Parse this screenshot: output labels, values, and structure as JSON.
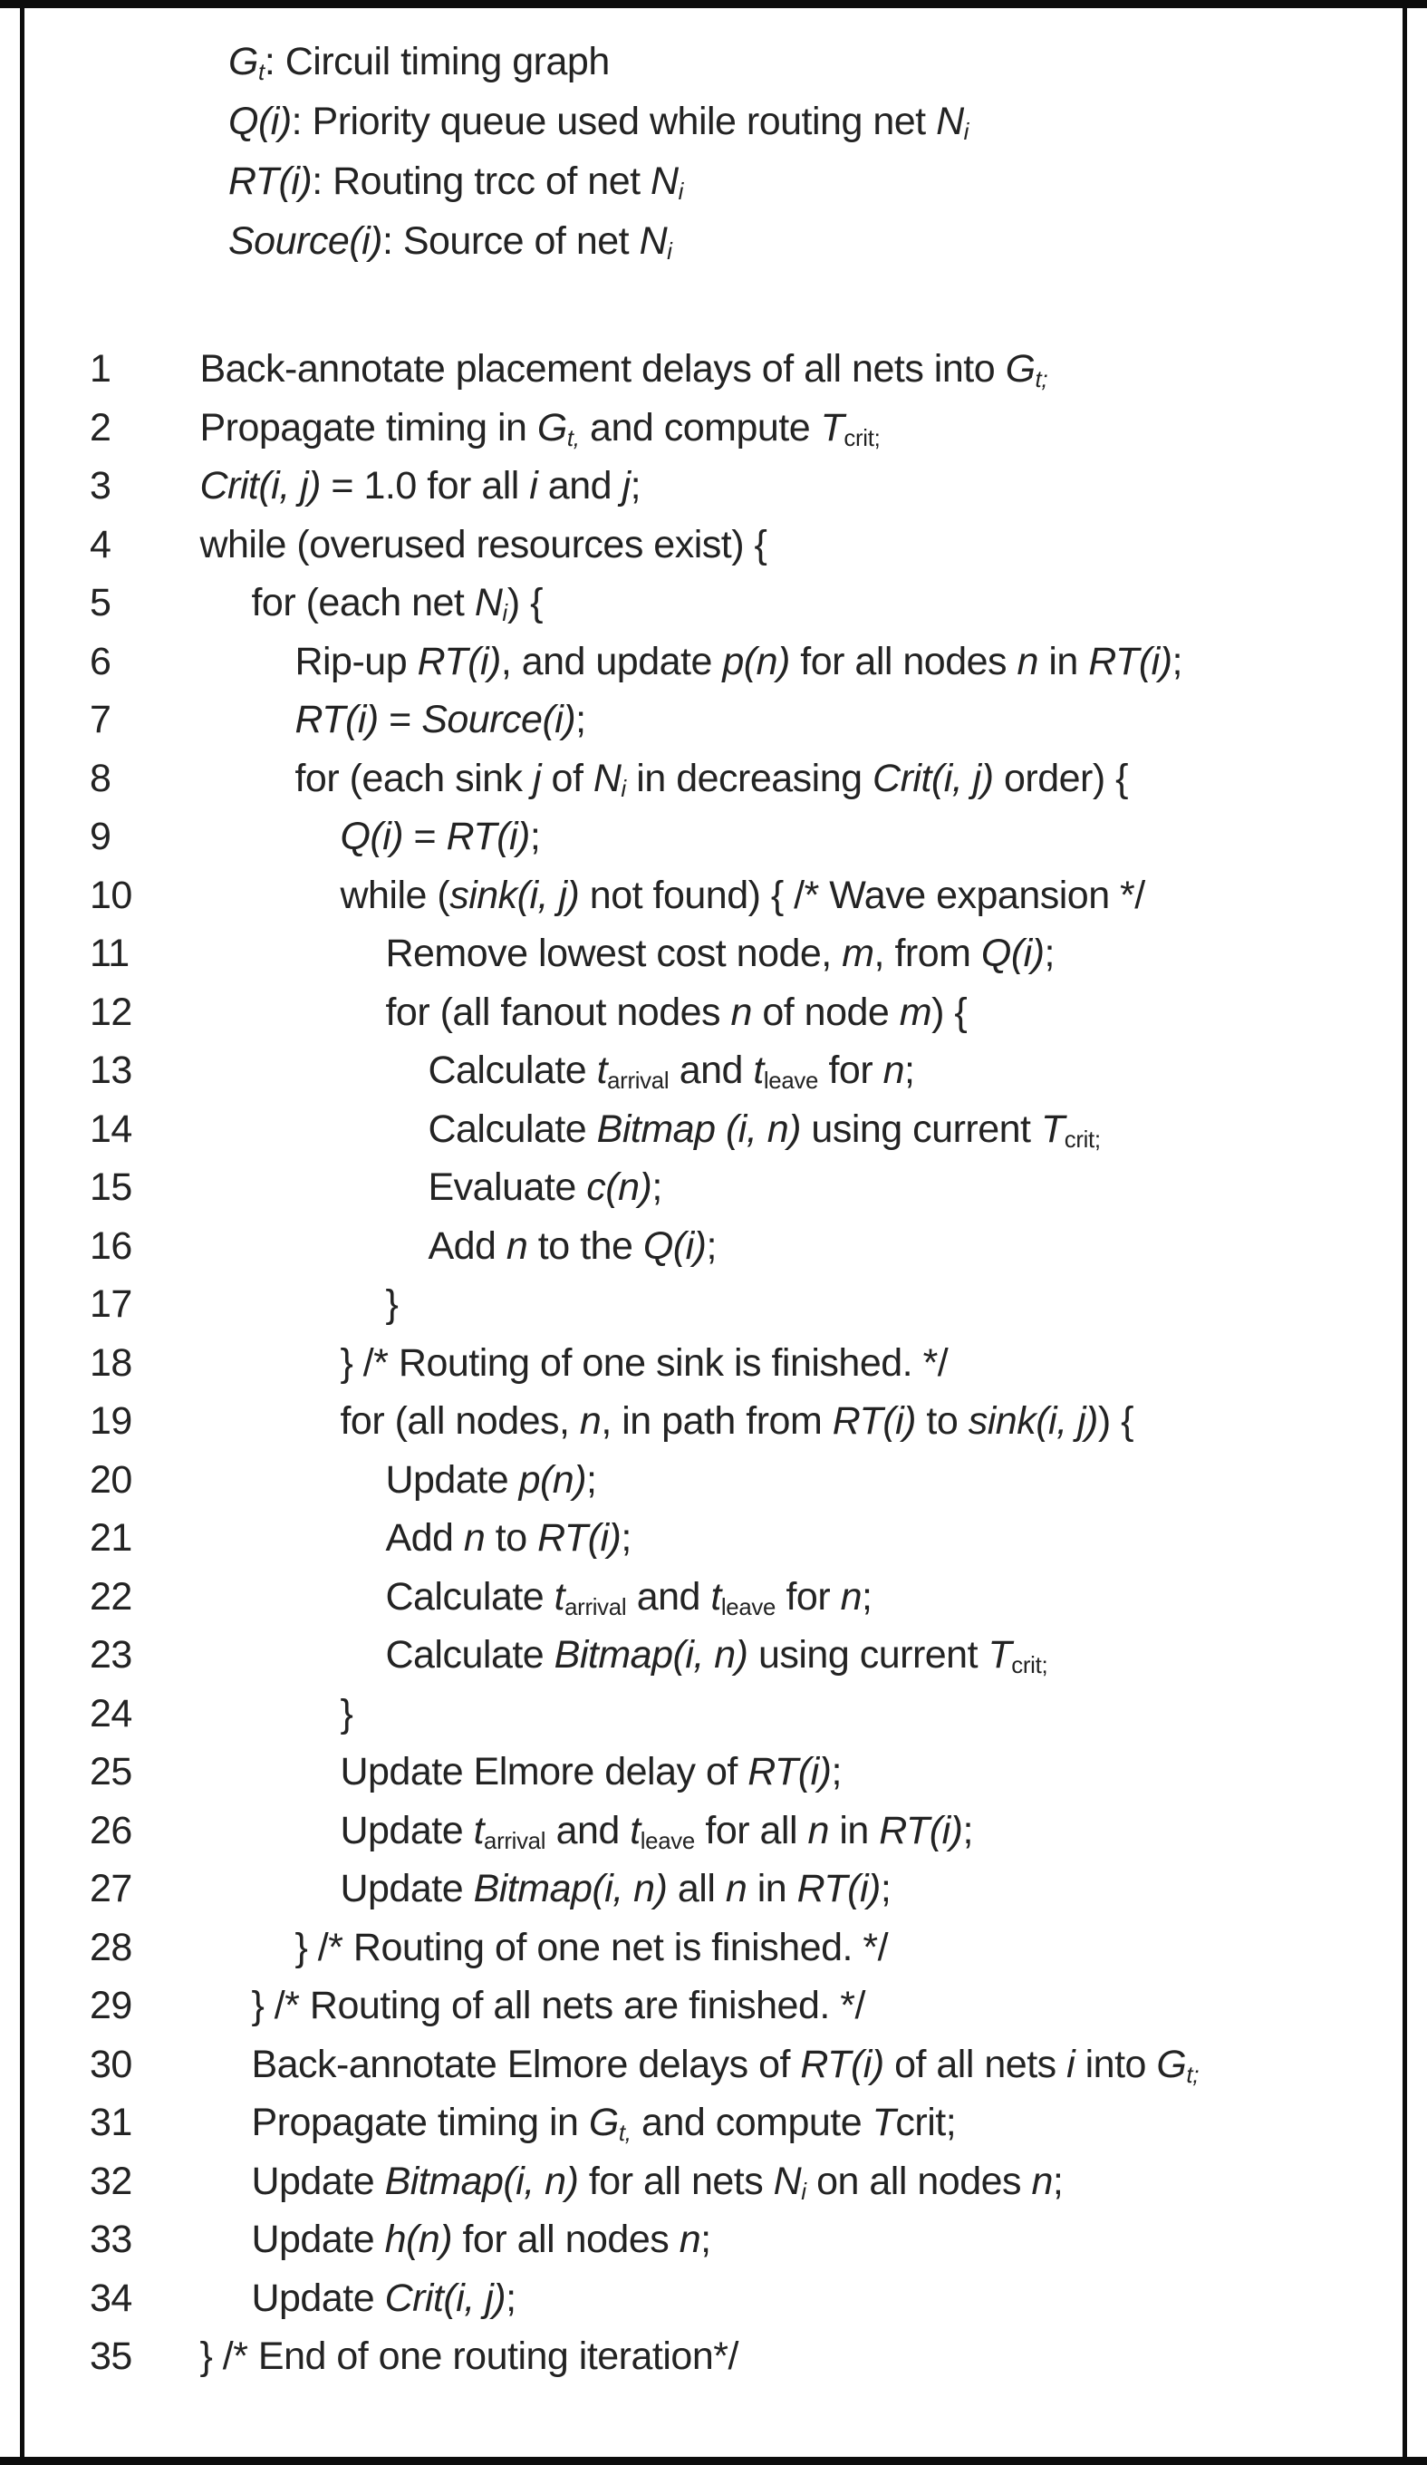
{
  "colors": {
    "ink": "#232323",
    "border": "#0d0d0d",
    "background": "#ffffff"
  },
  "figure": {
    "kind": "pseudocode-listing",
    "definitions": [
      {
        "segments": [
          {
            "s": "i",
            "t": "G"
          },
          {
            "s": "si",
            "t": "t"
          },
          {
            "s": "r",
            "t": ": Circuil timing graph"
          }
        ]
      },
      {
        "segments": [
          {
            "s": "i",
            "t": "Q(i)"
          },
          {
            "s": "r",
            "t": ": Priority queue used while routing net "
          },
          {
            "s": "i",
            "t": "N"
          },
          {
            "s": "si",
            "t": "i"
          }
        ]
      },
      {
        "segments": [
          {
            "s": "i",
            "t": "RT(i)"
          },
          {
            "s": "r",
            "t": ": Routing trcc of net "
          },
          {
            "s": "i",
            "t": "N"
          },
          {
            "s": "si",
            "t": "i"
          }
        ]
      },
      {
        "segments": [
          {
            "s": "i",
            "t": "Source(i)"
          },
          {
            "s": "r",
            "t": ": Source of net "
          },
          {
            "s": "i",
            "t": "N"
          },
          {
            "s": "si",
            "t": "i"
          }
        ]
      }
    ],
    "lines": [
      {
        "num": "1",
        "indent": 0,
        "segments": [
          {
            "s": "r",
            "t": "Back-annotate placement delays of all nets into "
          },
          {
            "s": "i",
            "t": "G"
          },
          {
            "s": "si",
            "t": "t;"
          }
        ]
      },
      {
        "num": "2",
        "indent": 0,
        "segments": [
          {
            "s": "r",
            "t": "Propagate timing in "
          },
          {
            "s": "i",
            "t": "G"
          },
          {
            "s": "si",
            "t": "t,"
          },
          {
            "s": "r",
            "t": " and compute "
          },
          {
            "s": "i",
            "t": "T"
          },
          {
            "s": "s",
            "t": "crit;"
          }
        ]
      },
      {
        "num": "3",
        "indent": 0,
        "segments": [
          {
            "s": "i",
            "t": "Crit(i, j)"
          },
          {
            "s": "r",
            "t": " = 1.0 for all "
          },
          {
            "s": "i",
            "t": "i"
          },
          {
            "s": "r",
            "t": " and "
          },
          {
            "s": "i",
            "t": "j"
          },
          {
            "s": "r",
            "t": ";"
          }
        ]
      },
      {
        "num": "4",
        "indent": 0,
        "segments": [
          {
            "s": "r",
            "t": "while (overused resources exist) {"
          }
        ]
      },
      {
        "num": "5",
        "indent": 1,
        "segments": [
          {
            "s": "r",
            "t": "for (each net "
          },
          {
            "s": "i",
            "t": "N"
          },
          {
            "s": "si",
            "t": "i"
          },
          {
            "s": "r",
            "t": ") {"
          }
        ]
      },
      {
        "num": "6",
        "indent": 2,
        "segments": [
          {
            "s": "r",
            "t": "Rip-up "
          },
          {
            "s": "i",
            "t": "RT(i)"
          },
          {
            "s": "r",
            "t": ", and update "
          },
          {
            "s": "i",
            "t": "p(n)"
          },
          {
            "s": "r",
            "t": " for all nodes "
          },
          {
            "s": "i",
            "t": "n"
          },
          {
            "s": "r",
            "t": " in "
          },
          {
            "s": "i",
            "t": "RT(i)"
          },
          {
            "s": "r",
            "t": ";"
          }
        ]
      },
      {
        "num": "7",
        "indent": 2,
        "segments": [
          {
            "s": "i",
            "t": "RT(i)"
          },
          {
            "s": "r",
            "t": " = "
          },
          {
            "s": "i",
            "t": "Source(i)"
          },
          {
            "s": "r",
            "t": ";"
          }
        ]
      },
      {
        "num": "8",
        "indent": 2,
        "segments": [
          {
            "s": "r",
            "t": "for (each sink "
          },
          {
            "s": "i",
            "t": "j"
          },
          {
            "s": "r",
            "t": " of "
          },
          {
            "s": "i",
            "t": "N"
          },
          {
            "s": "si",
            "t": "i"
          },
          {
            "s": "r",
            "t": " in decreasing "
          },
          {
            "s": "i",
            "t": "Crit(i, j)"
          },
          {
            "s": "r",
            "t": " order) {"
          }
        ]
      },
      {
        "num": "9",
        "indent": 3,
        "segments": [
          {
            "s": "i",
            "t": "Q(i)"
          },
          {
            "s": "r",
            "t": " = "
          },
          {
            "s": "i",
            "t": "RT(i)"
          },
          {
            "s": "r",
            "t": ";"
          }
        ]
      },
      {
        "num": "10",
        "indent": 3,
        "segments": [
          {
            "s": "r",
            "t": "while ("
          },
          {
            "s": "i",
            "t": "sink(i, j)"
          },
          {
            "s": "r",
            "t": " not found) { /* Wave expansion */"
          }
        ]
      },
      {
        "num": "11",
        "indent": 4,
        "segments": [
          {
            "s": "r",
            "t": "Remove lowest cost node, "
          },
          {
            "s": "i",
            "t": "m"
          },
          {
            "s": "r",
            "t": ", from "
          },
          {
            "s": "i",
            "t": "Q(i)"
          },
          {
            "s": "r",
            "t": ";"
          }
        ]
      },
      {
        "num": "12",
        "indent": 4,
        "segments": [
          {
            "s": "r",
            "t": "for (all fanout nodes "
          },
          {
            "s": "i",
            "t": "n"
          },
          {
            "s": "r",
            "t": " of node "
          },
          {
            "s": "i",
            "t": "m"
          },
          {
            "s": "r",
            "t": ") {"
          }
        ]
      },
      {
        "num": "13",
        "indent": 5,
        "segments": [
          {
            "s": "r",
            "t": "Calculate "
          },
          {
            "s": "i",
            "t": "t"
          },
          {
            "s": "s",
            "t": "arrival"
          },
          {
            "s": "r",
            "t": " and "
          },
          {
            "s": "i",
            "t": "t"
          },
          {
            "s": "s",
            "t": "leave"
          },
          {
            "s": "r",
            "t": " for "
          },
          {
            "s": "i",
            "t": "n"
          },
          {
            "s": "r",
            "t": ";"
          }
        ]
      },
      {
        "num": "14",
        "indent": 5,
        "segments": [
          {
            "s": "r",
            "t": "Calculate "
          },
          {
            "s": "i",
            "t": "Bitmap"
          },
          {
            "s": "r",
            "t": " "
          },
          {
            "s": "i",
            "t": "(i, n)"
          },
          {
            "s": "r",
            "t": " using current "
          },
          {
            "s": "i",
            "t": "T"
          },
          {
            "s": "s",
            "t": "crit;"
          }
        ]
      },
      {
        "num": "15",
        "indent": 5,
        "segments": [
          {
            "s": "r",
            "t": "Evaluate "
          },
          {
            "s": "i",
            "t": "c(n)"
          },
          {
            "s": "r",
            "t": ";"
          }
        ]
      },
      {
        "num": "16",
        "indent": 5,
        "segments": [
          {
            "s": "r",
            "t": "Add "
          },
          {
            "s": "i",
            "t": "n"
          },
          {
            "s": "r",
            "t": " to the "
          },
          {
            "s": "i",
            "t": "Q(i)"
          },
          {
            "s": "r",
            "t": ";"
          }
        ]
      },
      {
        "num": "17",
        "indent": 4,
        "segments": [
          {
            "s": "r",
            "t": "}"
          }
        ]
      },
      {
        "num": "18",
        "indent": 3,
        "segments": [
          {
            "s": "r",
            "t": "} /* Routing of one sink is finished. */"
          }
        ]
      },
      {
        "num": "19",
        "indent": 3,
        "segments": [
          {
            "s": "r",
            "t": "for (all nodes, "
          },
          {
            "s": "i",
            "t": "n"
          },
          {
            "s": "r",
            "t": ", in path from "
          },
          {
            "s": "i",
            "t": "RT(i)"
          },
          {
            "s": "r",
            "t": " to "
          },
          {
            "s": "i",
            "t": "sink(i, j)"
          },
          {
            "s": "r",
            "t": ") {"
          }
        ]
      },
      {
        "num": "20",
        "indent": 4,
        "segments": [
          {
            "s": "r",
            "t": "Update "
          },
          {
            "s": "i",
            "t": "p(n)"
          },
          {
            "s": "r",
            "t": ";"
          }
        ]
      },
      {
        "num": "21",
        "indent": 4,
        "segments": [
          {
            "s": "r",
            "t": "Add "
          },
          {
            "s": "i",
            "t": "n"
          },
          {
            "s": "r",
            "t": " to "
          },
          {
            "s": "i",
            "t": "RT(i)"
          },
          {
            "s": "r",
            "t": ";"
          }
        ]
      },
      {
        "num": "22",
        "indent": 4,
        "segments": [
          {
            "s": "r",
            "t": "Calculate "
          },
          {
            "s": "i",
            "t": "t"
          },
          {
            "s": "s",
            "t": "arrival"
          },
          {
            "s": "r",
            "t": " and "
          },
          {
            "s": "i",
            "t": "t"
          },
          {
            "s": "s",
            "t": "leave"
          },
          {
            "s": "r",
            "t": " for "
          },
          {
            "s": "i",
            "t": "n"
          },
          {
            "s": "r",
            "t": ";"
          }
        ]
      },
      {
        "num": "23",
        "indent": 4,
        "segments": [
          {
            "s": "r",
            "t": "Calculate "
          },
          {
            "s": "i",
            "t": "Bitmap(i, n)"
          },
          {
            "s": "r",
            "t": " using current "
          },
          {
            "s": "i",
            "t": "T"
          },
          {
            "s": "s",
            "t": "crit;"
          }
        ]
      },
      {
        "num": "24",
        "indent": 3,
        "segments": [
          {
            "s": "r",
            "t": "}"
          }
        ]
      },
      {
        "num": "25",
        "indent": 3,
        "segments": [
          {
            "s": "r",
            "t": "Update Elmore delay of "
          },
          {
            "s": "i",
            "t": "RT(i)"
          },
          {
            "s": "r",
            "t": ";"
          }
        ]
      },
      {
        "num": "26",
        "indent": 3,
        "segments": [
          {
            "s": "r",
            "t": "Update "
          },
          {
            "s": "i",
            "t": "t"
          },
          {
            "s": "s",
            "t": "arrival"
          },
          {
            "s": "r",
            "t": " and "
          },
          {
            "s": "i",
            "t": "t"
          },
          {
            "s": "s",
            "t": "leave"
          },
          {
            "s": "r",
            "t": " for all "
          },
          {
            "s": "i",
            "t": "n"
          },
          {
            "s": "r",
            "t": " in "
          },
          {
            "s": "i",
            "t": "RT(i)"
          },
          {
            "s": "r",
            "t": ";"
          }
        ]
      },
      {
        "num": "27",
        "indent": 3,
        "segments": [
          {
            "s": "r",
            "t": "Update "
          },
          {
            "s": "i",
            "t": "Bitmap(i, n)"
          },
          {
            "s": "r",
            "t": " all "
          },
          {
            "s": "i",
            "t": "n"
          },
          {
            "s": "r",
            "t": " in "
          },
          {
            "s": "i",
            "t": "RT(i)"
          },
          {
            "s": "r",
            "t": ";"
          }
        ]
      },
      {
        "num": "28",
        "indent": 2,
        "segments": [
          {
            "s": "r",
            "t": "} /* Routing of one net is finished. */"
          }
        ]
      },
      {
        "num": "29",
        "indent": 1,
        "segments": [
          {
            "s": "r",
            "t": "} /* Routing of all nets are finished. */"
          }
        ]
      },
      {
        "num": "30",
        "indent": 1,
        "segments": [
          {
            "s": "r",
            "t": "Back-annotate Elmore delays of "
          },
          {
            "s": "i",
            "t": "RT(i)"
          },
          {
            "s": "r",
            "t": " of all nets "
          },
          {
            "s": "i",
            "t": "i"
          },
          {
            "s": "r",
            "t": " into "
          },
          {
            "s": "i",
            "t": "G"
          },
          {
            "s": "si",
            "t": "t;"
          }
        ]
      },
      {
        "num": "31",
        "indent": 1,
        "segments": [
          {
            "s": "r",
            "t": "Propagate timing in "
          },
          {
            "s": "i",
            "t": "G"
          },
          {
            "s": "si",
            "t": "t,"
          },
          {
            "s": "r",
            "t": " and compute "
          },
          {
            "s": "i",
            "t": "T"
          },
          {
            "s": "r",
            "t": "crit;"
          }
        ]
      },
      {
        "num": "32",
        "indent": 1,
        "segments": [
          {
            "s": "r",
            "t": "Update "
          },
          {
            "s": "i",
            "t": "Bitmap(i, n)"
          },
          {
            "s": "r",
            "t": " for all nets "
          },
          {
            "s": "i",
            "t": "N"
          },
          {
            "s": "si",
            "t": "i"
          },
          {
            "s": "r",
            "t": " on all nodes "
          },
          {
            "s": "i",
            "t": "n"
          },
          {
            "s": "r",
            "t": ";"
          }
        ]
      },
      {
        "num": "33",
        "indent": 1,
        "segments": [
          {
            "s": "r",
            "t": "Update "
          },
          {
            "s": "i",
            "t": "h(n)"
          },
          {
            "s": "r",
            "t": " for all nodes "
          },
          {
            "s": "i",
            "t": "n"
          },
          {
            "s": "r",
            "t": ";"
          }
        ]
      },
      {
        "num": "34",
        "indent": 1,
        "segments": [
          {
            "s": "r",
            "t": "Update "
          },
          {
            "s": "i",
            "t": "Crit(i, j)"
          },
          {
            "s": "r",
            "t": ";"
          }
        ]
      },
      {
        "num": "35",
        "indent": 0,
        "segments": [
          {
            "s": "r",
            "t": "} /* End of one routing iteration*/"
          }
        ]
      }
    ]
  }
}
